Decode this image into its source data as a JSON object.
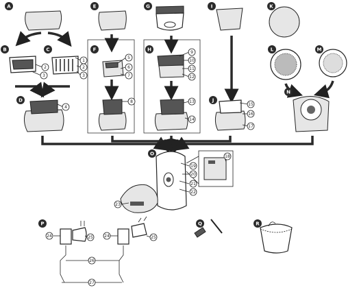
{
  "figure_labels": {
    "A": "A",
    "B": "B",
    "C": "C",
    "D": "D",
    "E": "E",
    "F": "F",
    "G": "G",
    "H": "H",
    "I": "I",
    "J": "J",
    "K": "K",
    "L": "L",
    "M": "M",
    "N": "N",
    "O": "O",
    "P": "P",
    "Q": "Q",
    "R": "R"
  },
  "callouts": {
    "n1": "1",
    "n2": "2",
    "n3": "3",
    "n4": "4",
    "n5": "5",
    "n6": "6",
    "n7": "7",
    "n8": "8",
    "n9": "9",
    "n10": "10",
    "n11": "11",
    "n12": "12",
    "n13": "13",
    "n14": "14",
    "n15": "15",
    "n16": "16",
    "n17": "17",
    "n18": "18",
    "n19": "19",
    "n20": "20",
    "n21": "21",
    "n22": "22",
    "n23": "23",
    "n24": "24",
    "n25": "25",
    "n26": "26",
    "n27": "27"
  },
  "colors": {
    "line": "#222222",
    "label_fill": "#2b2b2b",
    "shade": "#e6e6e6"
  }
}
